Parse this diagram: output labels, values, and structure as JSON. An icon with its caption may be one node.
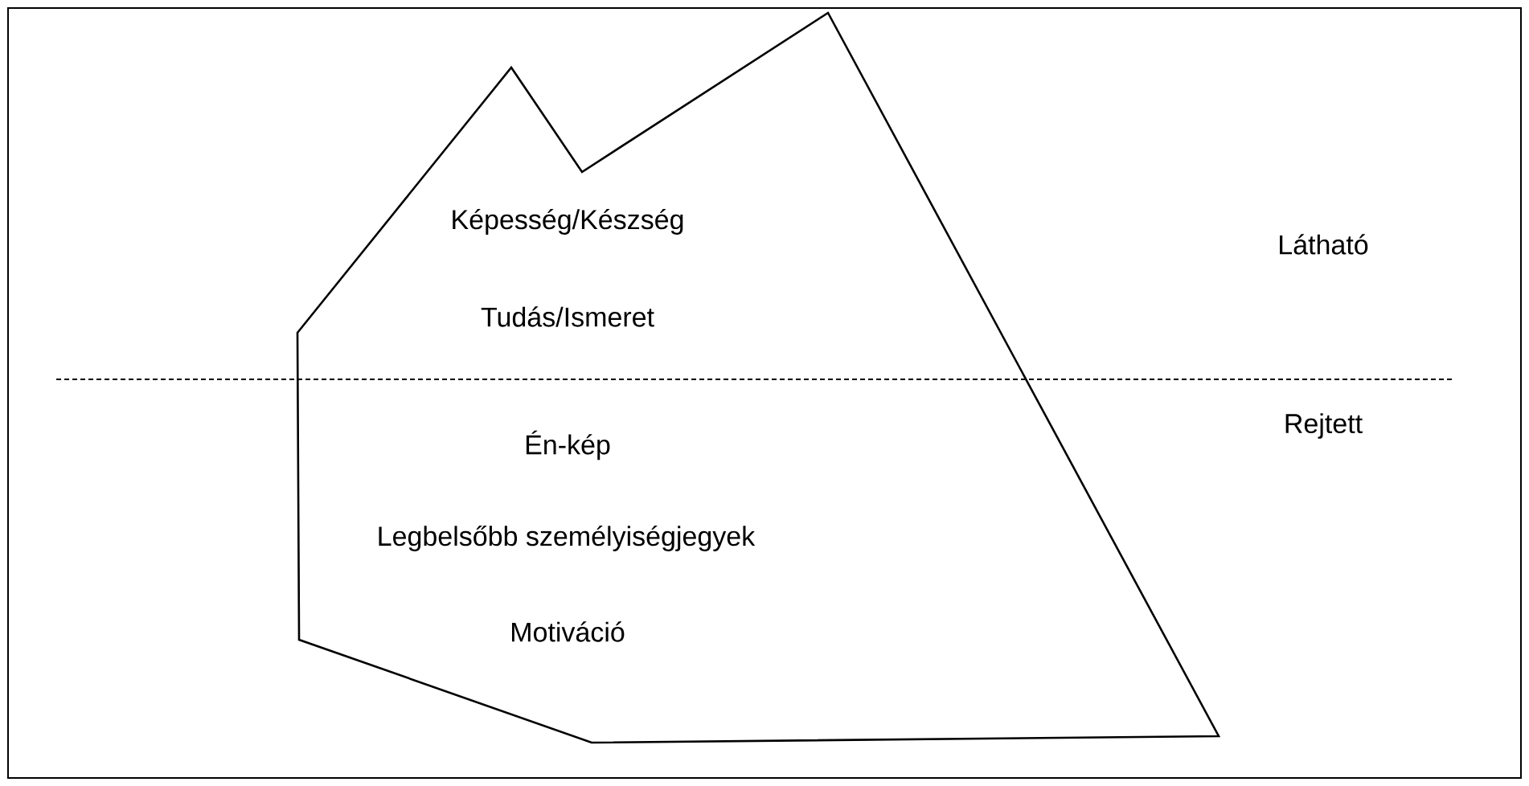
{
  "diagram": {
    "nodes": [
      {
        "text": [
          "Képesség/Készség",
          "Tudás/Ismeret",
          "Én-kép",
          "Legbelsőbb személyiségjegyek",
          "Motiváció"
        ]
      }
    ],
    "labels": [
      "Látható",
      "Rejtett"
    ]
  }
}
